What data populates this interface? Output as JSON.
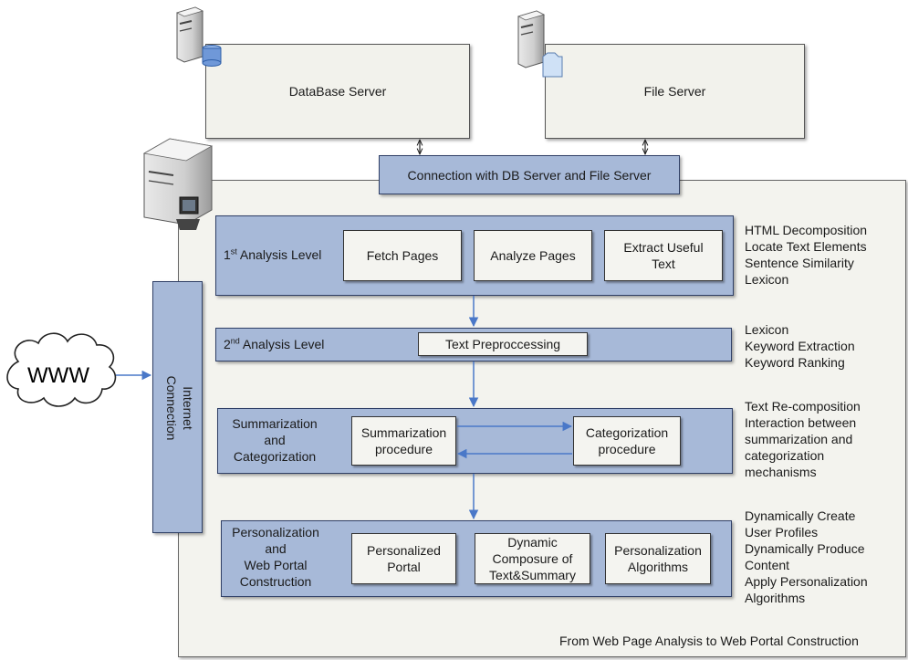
{
  "servers": {
    "database": "DataBase Server",
    "file": "File Server"
  },
  "connection_bar": "Connection with DB Server and File Server",
  "www": "WWW",
  "internet_connection": [
    "Internet",
    "Connection"
  ],
  "levels": {
    "first": {
      "label_prefix": "1",
      "label_sup": "st",
      "label_suffix": " Analysis Level",
      "boxes": [
        "Fetch Pages",
        "Analyze Pages",
        "Extract Useful\nText"
      ],
      "notes": [
        "HTML Decomposition",
        "Locate Text Elements",
        "Sentence Similarity",
        "Lexicon"
      ]
    },
    "second": {
      "label_prefix": "2",
      "label_sup": "nd",
      "label_suffix": " Analysis Level",
      "box": "Text Preproccessing",
      "notes": [
        "Lexicon",
        "Keyword Extraction",
        "Keyword Ranking"
      ]
    },
    "third": {
      "label": "Summarization\nand\nCategorization",
      "boxes": [
        "Summarization\nprocedure",
        "Categorization\nprocedure"
      ],
      "notes": [
        "Text Re-composition",
        "Interaction between",
        "summarization and",
        "categorization",
        "mechanisms"
      ]
    },
    "fourth": {
      "label": "Personalization\nand\nWeb Portal\nConstruction",
      "boxes": [
        "Personalized\nPortal",
        "Dynamic\nComposure of\nText&Summary",
        "Personalization\nAlgorithms"
      ],
      "notes": [
        "Dynamically Create",
        "User Profiles",
        "Dynamically Produce",
        "Content",
        "Apply Personalization",
        "Algorithms"
      ]
    }
  },
  "footer_caption": "From Web Page Analysis to Web Portal Construction",
  "colors": {
    "band_fill": "#a7b9d8",
    "arrow": "#4a78c8"
  },
  "icons": [
    "database-server-icon",
    "file-server-icon",
    "web-server-icon"
  ]
}
